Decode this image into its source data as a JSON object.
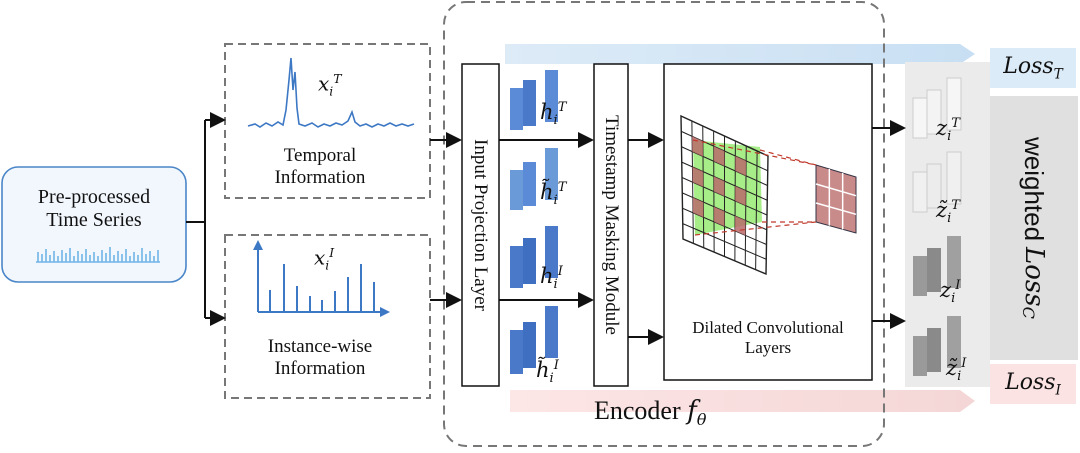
{
  "input": {
    "line1": "Pre-processed",
    "line2": "Time Series"
  },
  "temporal": {
    "symbol": "x",
    "sub": "i",
    "sup": "T",
    "line1": "Temporal",
    "line2": "Information"
  },
  "instance": {
    "symbol": "x",
    "sub": "i",
    "sup": "I",
    "line1": "Instance-wise",
    "line2": "Information"
  },
  "encoder": {
    "label": "Encoder",
    "symbol": "f",
    "sub": "θ",
    "input_projection": "Input Projection Layer",
    "timestamp_masking": "Timestamp Masking Module",
    "dilated_conv_line1": "Dilated Convolutional",
    "dilated_conv_line2": "Layers"
  },
  "hidden": [
    {
      "symbol": "h",
      "sub": "i",
      "sup": "T"
    },
    {
      "symbol": "h̃",
      "sub": "i",
      "sup": "T"
    },
    {
      "symbol": "h",
      "sub": "i",
      "sup": "I"
    },
    {
      "symbol": "h̃",
      "sub": "i",
      "sup": "I"
    }
  ],
  "outputs": [
    {
      "symbol": "z",
      "sub": "i",
      "sup": "T"
    },
    {
      "symbol": "z̃",
      "sub": "i",
      "sup": "T"
    },
    {
      "symbol": "z",
      "sub": "i",
      "sup": "I"
    },
    {
      "symbol": "z̃",
      "sub": "i",
      "sup": "I"
    }
  ],
  "losses": {
    "temporal": {
      "symbol": "Loss",
      "sub": "T"
    },
    "weighted_prefix": "weighted",
    "combined": {
      "symbol": "Loss",
      "sub": "C"
    },
    "instance": {
      "symbol": "Loss",
      "sub": "I"
    }
  },
  "colors": {
    "temporal_band": "#dcebf8",
    "instance_band": "#fbe3e3",
    "output_band": "#e6e6e6",
    "blue_block": "#4f7fcf",
    "green_cell": "#a8ee88",
    "red_cell": "#c98a8a"
  }
}
